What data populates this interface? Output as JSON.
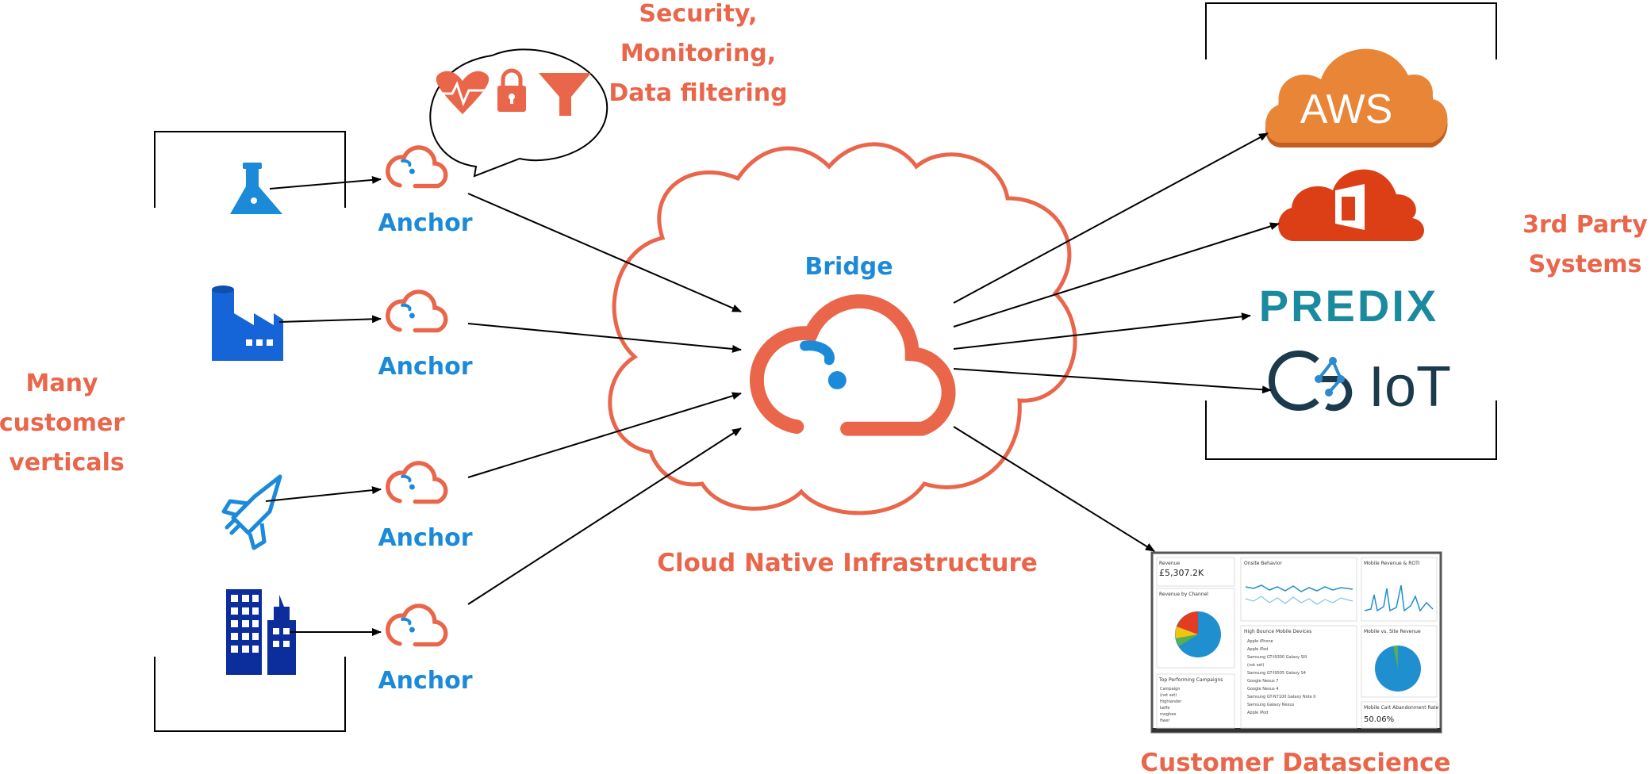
{
  "labels": {
    "verticals": [
      "Many",
      "customer",
      "verticals"
    ],
    "anchor": "Anchor",
    "bridge": "Bridge",
    "cloud_native": "Cloud Native Infrastructure",
    "security": [
      "Security,",
      "Monitoring,",
      "Data filtering"
    ],
    "third_party": [
      "3rd Party",
      "Systems"
    ],
    "datascience": "Customer Datascience"
  },
  "logos": {
    "aws": "AWS",
    "predix": "PREDIX",
    "c3": "IoT"
  },
  "icons": {
    "vertical_icons": [
      "flask-icon",
      "factory-icon",
      "rocket-icon",
      "city-buildings-icon"
    ],
    "bubble_icons": [
      "heart-rate-icon",
      "lock-icon",
      "filter-icon"
    ]
  },
  "colors": {
    "accent_orange": "#e9664b",
    "accent_blue": "#1b8ad9",
    "office_red": "#dc3e15",
    "aws_orange": "#e98537",
    "city_navy": "#0c2d9c"
  },
  "dashboard": {
    "panels": {
      "revenue": "Revenue",
      "revenue_value": "£5,307.2K",
      "onsite": "Onsite Behavior",
      "mobile_rev": "Mobile Revenue & ROTI",
      "rev_channel": "Revenue by Channel",
      "high_bounce": "High Bounce Mobile Devices",
      "mobile_vs": "Mobile vs. Site Revenue",
      "top_campaigns": "Top Performing Campaigns",
      "mobile_cart": "Mobile Cart Abandonment Rate",
      "mobile_cart_value": "50.06%"
    },
    "devices": [
      "Apple iPhone",
      "Apple iPad",
      "Samsung GT-I9300 Galaxy SIII",
      "(not set)",
      "Samsung GT-I9505 Galaxy S4",
      "Google Nexus 7",
      "Google Nexus 4",
      "Samsung GT-N7100 Galaxy Note II",
      "Samsung Galaxy Nexus",
      "Apple iPod"
    ],
    "campaigns": [
      "Campaign",
      "(not set)",
      "Highlander",
      "kaffe",
      "moghee",
      "fiwer"
    ]
  }
}
